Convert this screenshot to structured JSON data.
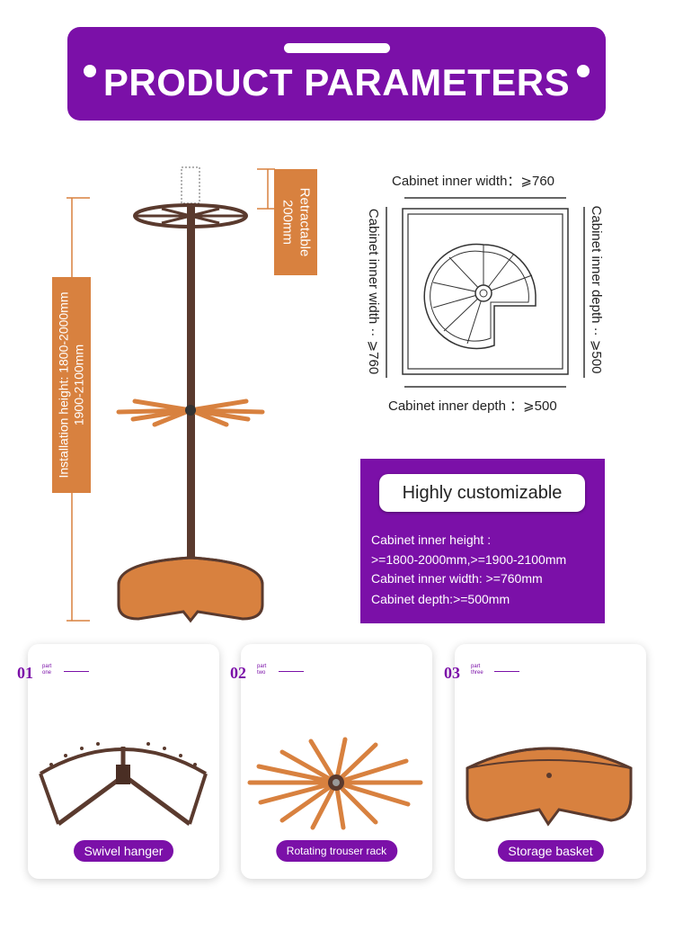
{
  "banner": {
    "title": "PRODUCT PARAMETERS"
  },
  "product": {
    "installation_label": "Installation height: 1800-2000mm",
    "installation_label_2": "1900-2100mm",
    "retractable_label": "Retractable",
    "retractable_value": "200mm"
  },
  "plan": {
    "top": "Cabinet inner width：⩾760",
    "bottom": "Cabinet inner depth ：⩾500",
    "left": "Cabinet inner width ·· ⩾760",
    "right": "Cabinet inner depth ·· ⩾500"
  },
  "custom": {
    "title": "Highly customizable",
    "lines": [
      "Cabinet inner height :",
      ">=1800-2000mm,>=1900-2100mm",
      "Cabinet inner width: >=760mm",
      "Cabinet depth:>=500mm"
    ]
  },
  "parts": [
    {
      "num": "01",
      "sub1": "part",
      "sub2": "one",
      "label": "Swivel hanger"
    },
    {
      "num": "02",
      "sub1": "part",
      "sub2": "two",
      "label": "Rotating trouser rack"
    },
    {
      "num": "03",
      "sub1": "part",
      "sub2": "three",
      "label": "Storage basket"
    }
  ],
  "colors": {
    "purple": "#7b10a8",
    "orange": "#d8813f",
    "bronze": "#5a3a2e"
  }
}
